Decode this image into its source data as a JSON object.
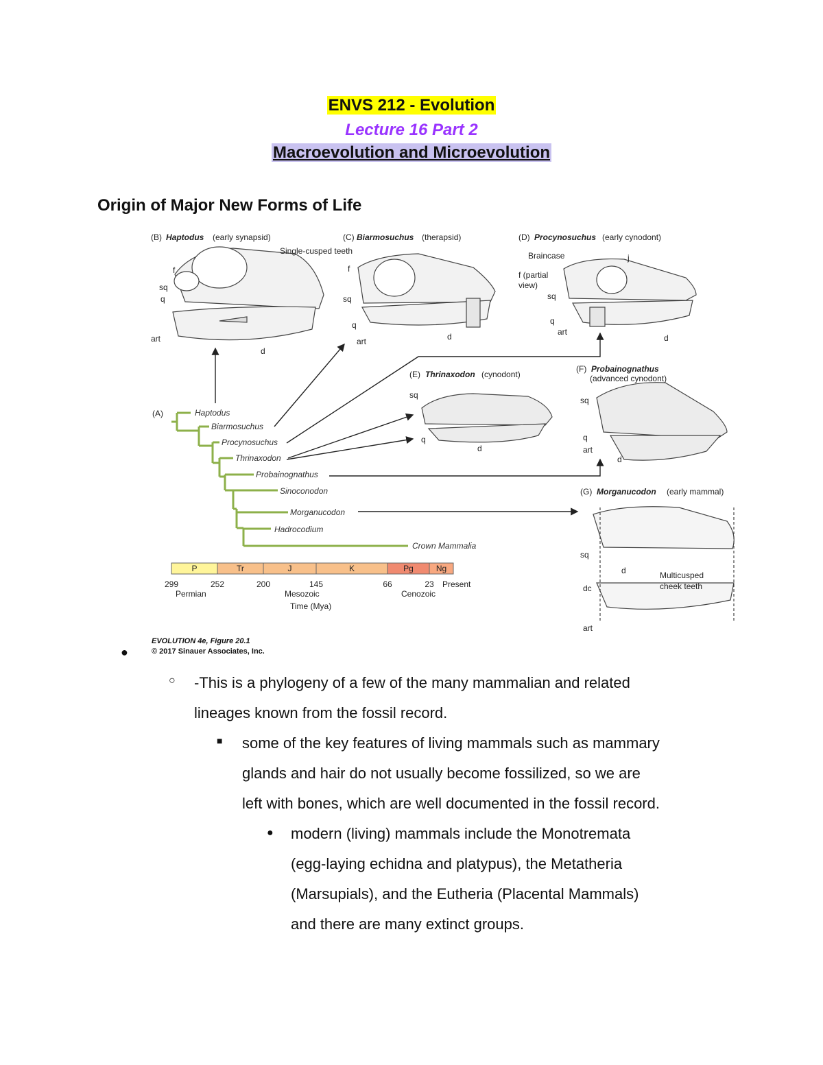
{
  "header": {
    "course": "ENVS 212 - Evolution",
    "lecture": "Lecture 16 Part 2",
    "topic": "Macroevolution and Microevolution"
  },
  "section_title": "Origin of Major New Forms of Life",
  "figure": {
    "panels": {
      "B": {
        "letter": "(B)",
        "name": "Haptodus",
        "desc": "(early synapsid)",
        "note": "Single-cusped teeth"
      },
      "C": {
        "letter": "(C)",
        "name": "Biarmosuchus",
        "desc": "(therapsid)"
      },
      "D": {
        "letter": "(D)",
        "name": "Procynosuchus",
        "desc": "(early cynodont)",
        "braincase": "Braincase",
        "partial_line1": "f (partial",
        "partial_line2": "view)"
      },
      "E": {
        "letter": "(E)",
        "name": "Thrinaxodon",
        "desc": "(cynodont)"
      },
      "F": {
        "letter": "(F)",
        "name": "Probainognathus",
        "desc": "(advanced cynodont)"
      },
      "G": {
        "letter": "(G)",
        "name": "Morganucodon",
        "desc": "(early mammal)",
        "note_line1": "Multicusped",
        "note_line2": "cheek teeth"
      }
    },
    "bone_labels": {
      "f": "f",
      "sq": "sq",
      "q": "q",
      "art": "art",
      "d": "d",
      "j": "j",
      "dc": "dc"
    },
    "tree_label": "(A)",
    "taxa": [
      "Haptodus",
      "Biarmosuchus",
      "Procynosuchus",
      "Thrinaxodon",
      "Probainognathus",
      "Sinoconodon",
      "Morganucodon",
      "Hadrocodium",
      "Crown Mammalia"
    ],
    "timescale": {
      "periods": [
        "P",
        "Tr",
        "J",
        "K",
        "Pg",
        "Ng"
      ],
      "ticks": [
        "299",
        "252",
        "200",
        "145",
        "66",
        "23",
        "Present"
      ],
      "eras": [
        "Permian",
        "Mesozoic",
        "Cenozoic"
      ],
      "axis_label": "Time (Mya)",
      "colors": [
        "#fff59a",
        "#f8c08a",
        "#f8c08a",
        "#f8c08a",
        "#f08a70",
        "#f8a880"
      ]
    },
    "credit_line1": "EVOLUTION 4e, Figure 20.1",
    "credit_line2": "© 2017 Sinauer Associates, Inc."
  },
  "bullets": {
    "level1_marker": "●",
    "level2_marker": "○",
    "level3_marker": "■",
    "level4_marker": "●",
    "level2_lines": [
      "-This is a phylogeny of a few of the many mammalian and related",
      "lineages known from the fossil record."
    ],
    "level3_lines": [
      "some of the key features of living mammals such as mammary",
      "glands and hair do not usually become fossilized, so we are",
      "left with bones, which are well documented in the fossil record."
    ],
    "level4_lines": [
      "modern (living) mammals include the Monotremata",
      "(egg-laying echidna and platypus), the Metatheria",
      "(Marsupials), and the Eutheria (Placental Mammals)",
      "and there are many extinct groups."
    ]
  }
}
